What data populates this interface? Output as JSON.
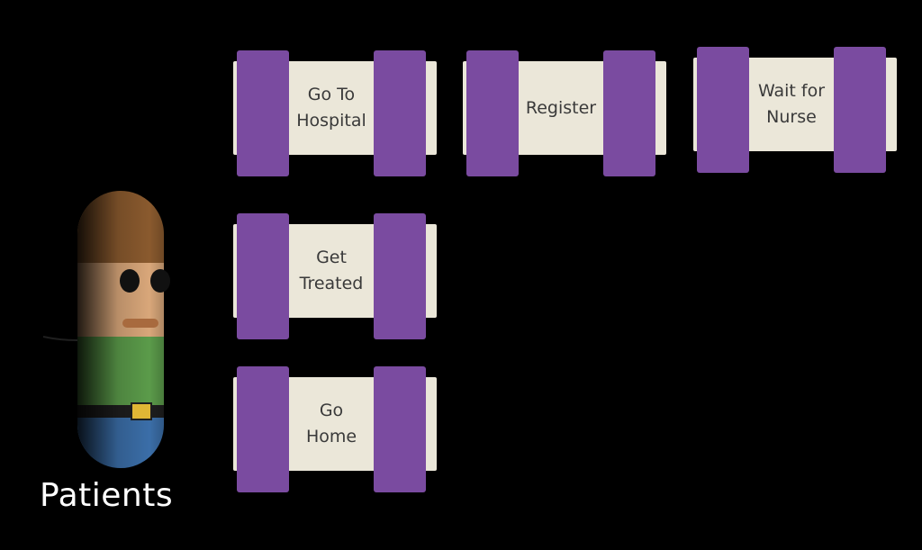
{
  "colors": {
    "background": "#000000",
    "post": "#7a4ba0",
    "panel": "#ebe7d9",
    "panel_text": "#3a3a3a",
    "label_text": "#ffffff"
  },
  "patient": {
    "label": "Patients"
  },
  "steps": [
    {
      "label": "Go To\nHospital"
    },
    {
      "label": "Register"
    },
    {
      "label": "Wait for\nNurse"
    },
    {
      "label": "Get\nTreated"
    },
    {
      "label": "Go\nHome"
    }
  ]
}
